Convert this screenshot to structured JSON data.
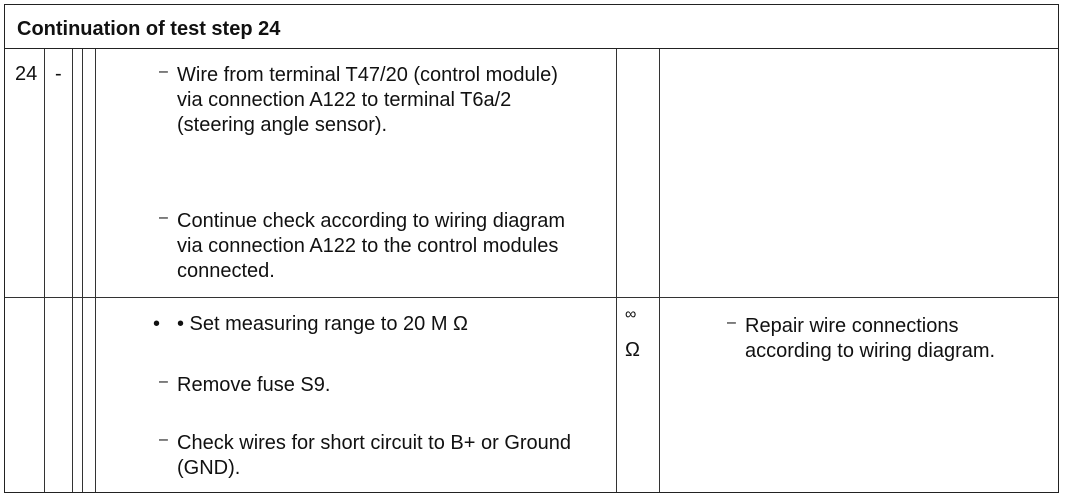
{
  "header": {
    "title": "Continuation of test step 24"
  },
  "row1": {
    "step": "24",
    "col2": "-",
    "items": [
      {
        "marker": "–",
        "text": "Wire from terminal T47/20 (control module) via connection A122 to terminal T6a/2 (steering angle sensor)."
      },
      {
        "marker": "–",
        "text": "Continue check according to wiring diagram via connection A122 to the control modules connected."
      }
    ]
  },
  "row2": {
    "items": [
      {
        "marker": "•",
        "text": "• Set measuring range to 20 M Ω"
      },
      {
        "marker": "–",
        "text": "Remove fuse S9."
      },
      {
        "marker": "–",
        "text": "Check wires for short circuit to B+ or Ground (GND)."
      }
    ],
    "spec_line1": "∞",
    "spec_line2": "Ω",
    "remedy": {
      "marker": "–",
      "text": "Repair wire connections according to wiring diagram."
    }
  }
}
